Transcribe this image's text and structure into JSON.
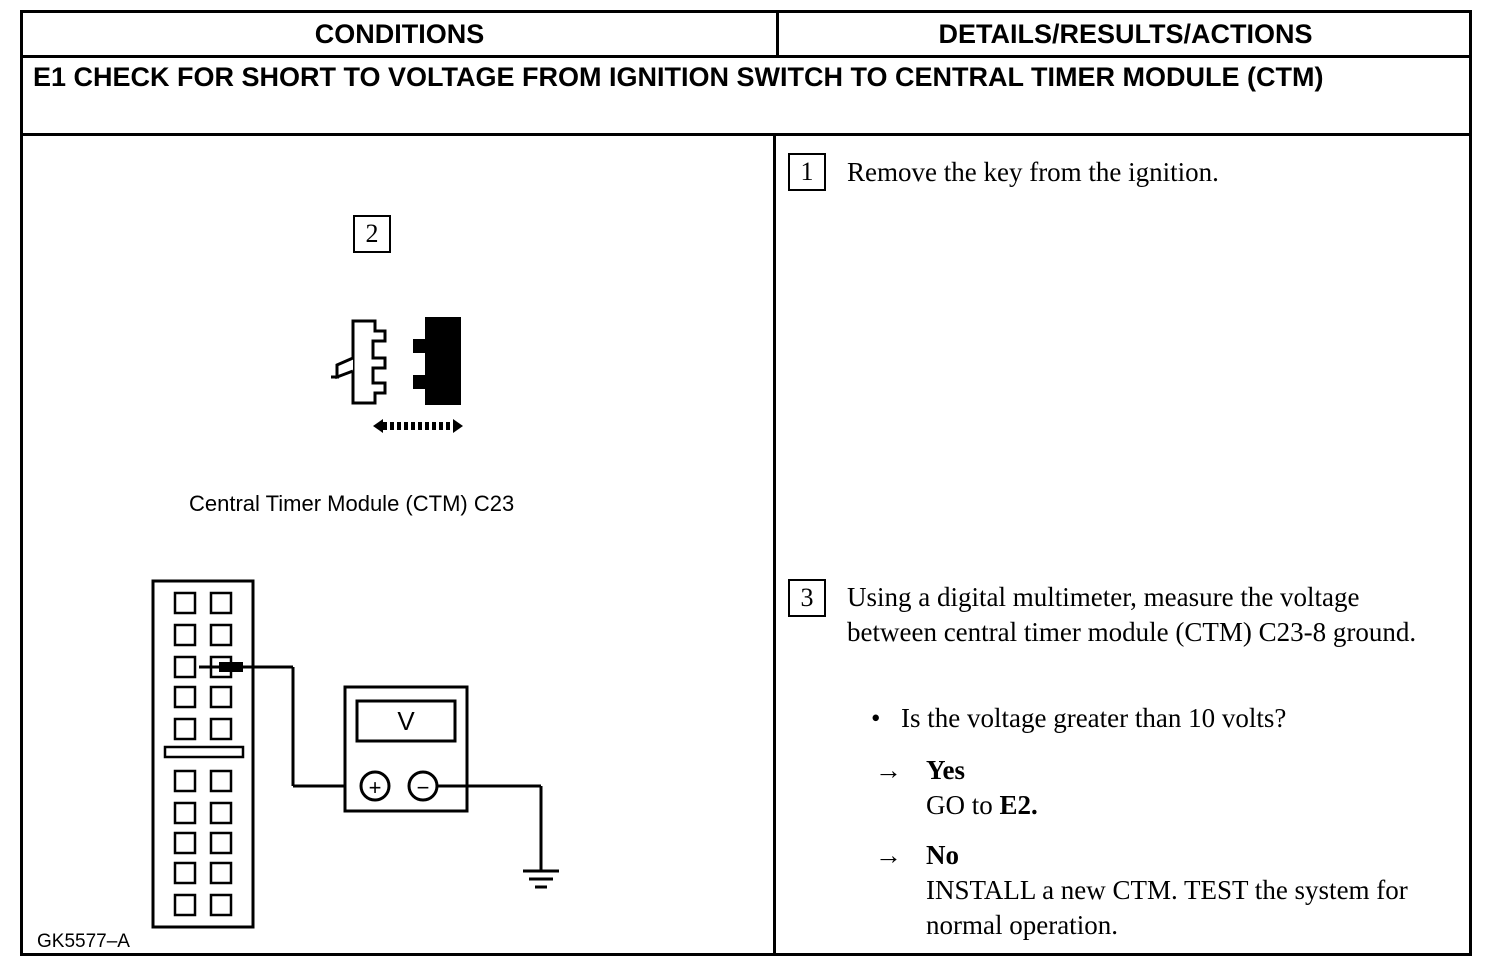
{
  "headers": {
    "conditions": "CONDITIONS",
    "details": "DETAILS/RESULTS/ACTIONS"
  },
  "section": {
    "title": "E1 CHECK FOR SHORT TO VOLTAGE FROM IGNITION SWITCH TO CENTRAL TIMER MODULE (CTM)"
  },
  "conditions": {
    "step2_number": "2",
    "connector_caption": "Central Timer Module (CTM) C23",
    "meter_symbol": "V",
    "meter_plus": "+",
    "meter_minus": "−",
    "figure_id": "GK5577–A"
  },
  "steps": [
    {
      "number": "1",
      "text": "Remove the key from the ignition."
    },
    {
      "number": "3",
      "text": "Using a digital multimeter, measure the voltage between central timer module (CTM) C23-8 ground."
    }
  ],
  "question": "Is the voltage greater than 10 volts?",
  "outcomes": {
    "yes": {
      "arrow": "→",
      "label": "Yes",
      "action_prefix": "GO to ",
      "action_bold": "E2."
    },
    "no": {
      "arrow": "→",
      "label": "No",
      "action": "INSTALL a new CTM. TEST the system for normal operation."
    }
  },
  "bullet_symbol": "•"
}
